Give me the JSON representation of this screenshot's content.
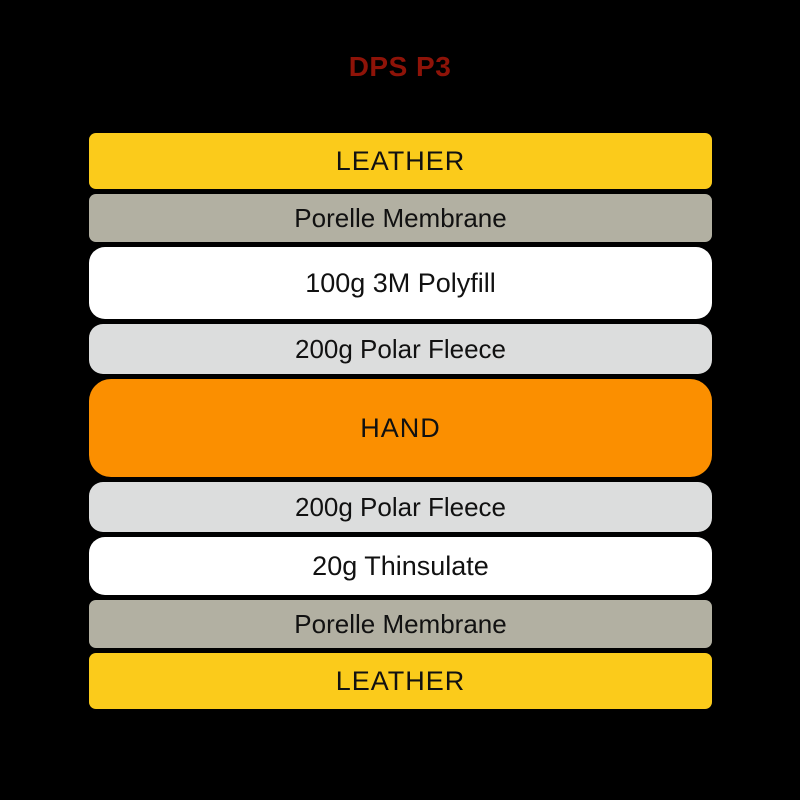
{
  "title": {
    "text": "DPS P3",
    "color": "#8e1308"
  },
  "background_color": "#000000",
  "colors": {
    "leather": "#fbcb1b",
    "membrane": "#b2b0a2",
    "polyfill": "#ffffff",
    "fleece": "#dcdddd",
    "hand": "#fb8f00",
    "thinsulate": "#ffffff",
    "text": "#111111",
    "title_red": "#8e1308",
    "background": "#000000"
  },
  "layers": [
    {
      "index": 0,
      "label": "LEATHER",
      "color": "#fbcb1b",
      "material": "leather"
    },
    {
      "index": 1,
      "label": "Porelle Membrane",
      "color": "#b2b0a2",
      "material": "membrane"
    },
    {
      "index": 2,
      "label": "100g 3M Polyfill",
      "color": "#ffffff",
      "material": "polyfill"
    },
    {
      "index": 3,
      "label": "200g Polar Fleece",
      "color": "#dcdddd",
      "material": "fleece"
    },
    {
      "index": 4,
      "label": "HAND",
      "color": "#fb8f00",
      "material": "hand"
    },
    {
      "index": 5,
      "label": "200g Polar Fleece",
      "color": "#dcdddd",
      "material": "fleece"
    },
    {
      "index": 6,
      "label": "20g Thinsulate",
      "color": "#ffffff",
      "material": "thinsulate"
    },
    {
      "index": 7,
      "label": "Porelle Membrane",
      "color": "#b2b0a2",
      "material": "membrane"
    },
    {
      "index": 8,
      "label": "LEATHER",
      "color": "#fbcb1b",
      "material": "leather"
    }
  ]
}
